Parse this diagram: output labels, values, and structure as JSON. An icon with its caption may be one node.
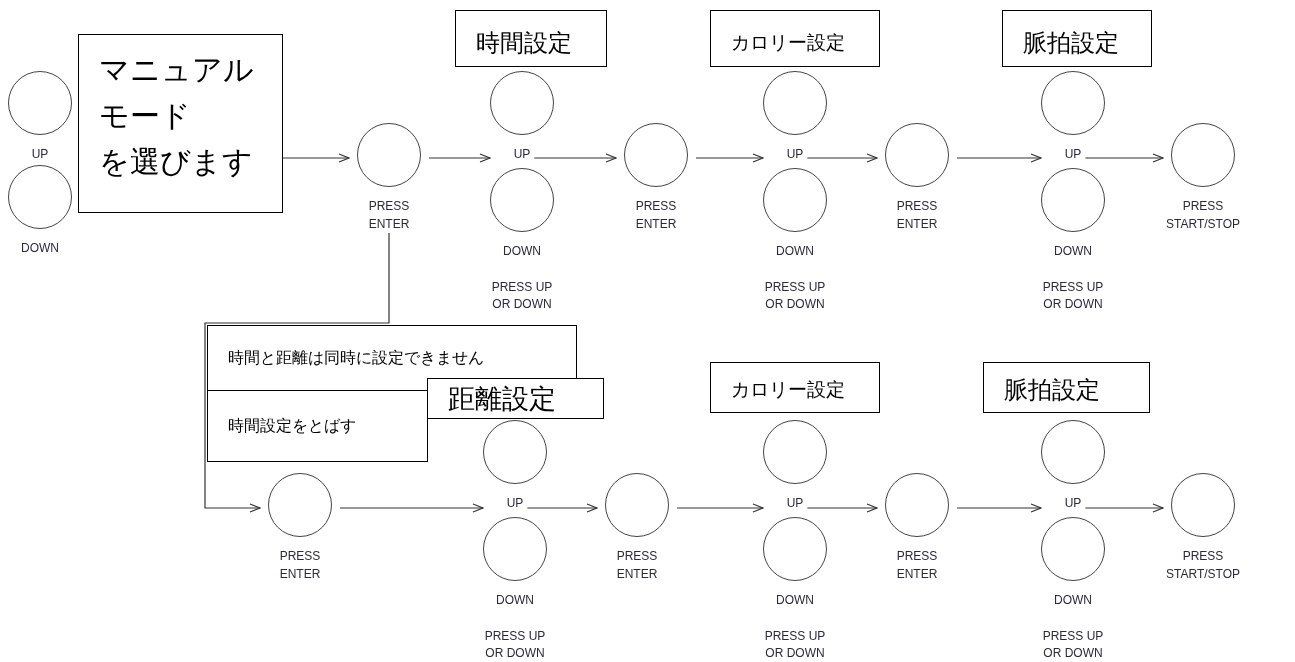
{
  "diagram": {
    "nodes": [
      {
        "text": [
          "UP"
        ]
      },
      {
        "text": [
          "DOWN"
        ]
      },
      {
        "text": [
          "マニュアル",
          "モード",
          "を選びます"
        ]
      },
      {
        "text": [
          "PRESS ENTER"
        ]
      },
      {
        "text": [
          "時間設定"
        ]
      },
      {
        "text": [
          "UP"
        ]
      },
      {
        "text": [
          "DOWN"
        ]
      },
      {
        "text": [
          "PRESS ENTER"
        ]
      },
      {
        "text": [
          "カロリー設定"
        ]
      },
      {
        "text": [
          "UP"
        ]
      },
      {
        "text": [
          "DOWN"
        ]
      },
      {
        "text": [
          "PRESS ENTER"
        ]
      },
      {
        "text": [
          "脈拍設定"
        ]
      },
      {
        "text": [
          "UP"
        ]
      },
      {
        "text": [
          "DOWN"
        ]
      },
      {
        "text": [
          "PRESS START/STOP"
        ]
      },
      {
        "text": [
          "時間と距離は同時に設定できません"
        ]
      },
      {
        "text": [
          "時間設定をとばす"
        ]
      },
      {
        "text": [
          "PRESS ENTER"
        ]
      },
      {
        "text": [
          "距離設定"
        ]
      },
      {
        "text": [
          "UP"
        ]
      },
      {
        "text": [
          "DOWN"
        ]
      },
      {
        "text": [
          "PRESS ENTER"
        ]
      },
      {
        "text": [
          "カロリー設定"
        ]
      },
      {
        "text": [
          "UP"
        ]
      },
      {
        "text": [
          "DOWN"
        ]
      },
      {
        "text": [
          "PRESS ENTER"
        ]
      },
      {
        "text": [
          "脈拍設定"
        ]
      },
      {
        "text": [
          "UP"
        ]
      },
      {
        "text": [
          "DOWN"
        ]
      },
      {
        "text": [
          "PRESS START/STOP"
        ]
      }
    ],
    "labels": [
      "PRESS UP OR DOWN",
      "PRESS UP OR DOWN",
      "PRESS UP OR DOWN",
      "PRESS UP OR DOWN",
      "PRESS UP OR DOWN",
      "PRESS UP OR DOWN"
    ],
    "edges": [
      {
        "from": 2,
        "to": 3,
        "arrow": "to"
      },
      {
        "from": 3,
        "to": 5,
        "arrow": "to"
      },
      {
        "from": 5,
        "to": 7,
        "arrow": "to"
      },
      {
        "from": 7,
        "to": 9,
        "arrow": "to"
      },
      {
        "from": 9,
        "to": 11,
        "arrow": "to"
      },
      {
        "from": 11,
        "to": 13,
        "arrow": "to"
      },
      {
        "from": 13,
        "to": 15,
        "arrow": "to"
      },
      {
        "from": 3,
        "to": 18,
        "arrow": "to"
      },
      {
        "from": 18,
        "to": 20,
        "arrow": "to"
      },
      {
        "from": 20,
        "to": 22,
        "arrow": "to"
      },
      {
        "from": 22,
        "to": 24,
        "arrow": "to"
      },
      {
        "from": 24,
        "to": 26,
        "arrow": "to"
      },
      {
        "from": 26,
        "to": 28,
        "arrow": "to"
      },
      {
        "from": 28,
        "to": 30,
        "arrow": "to"
      }
    ]
  }
}
